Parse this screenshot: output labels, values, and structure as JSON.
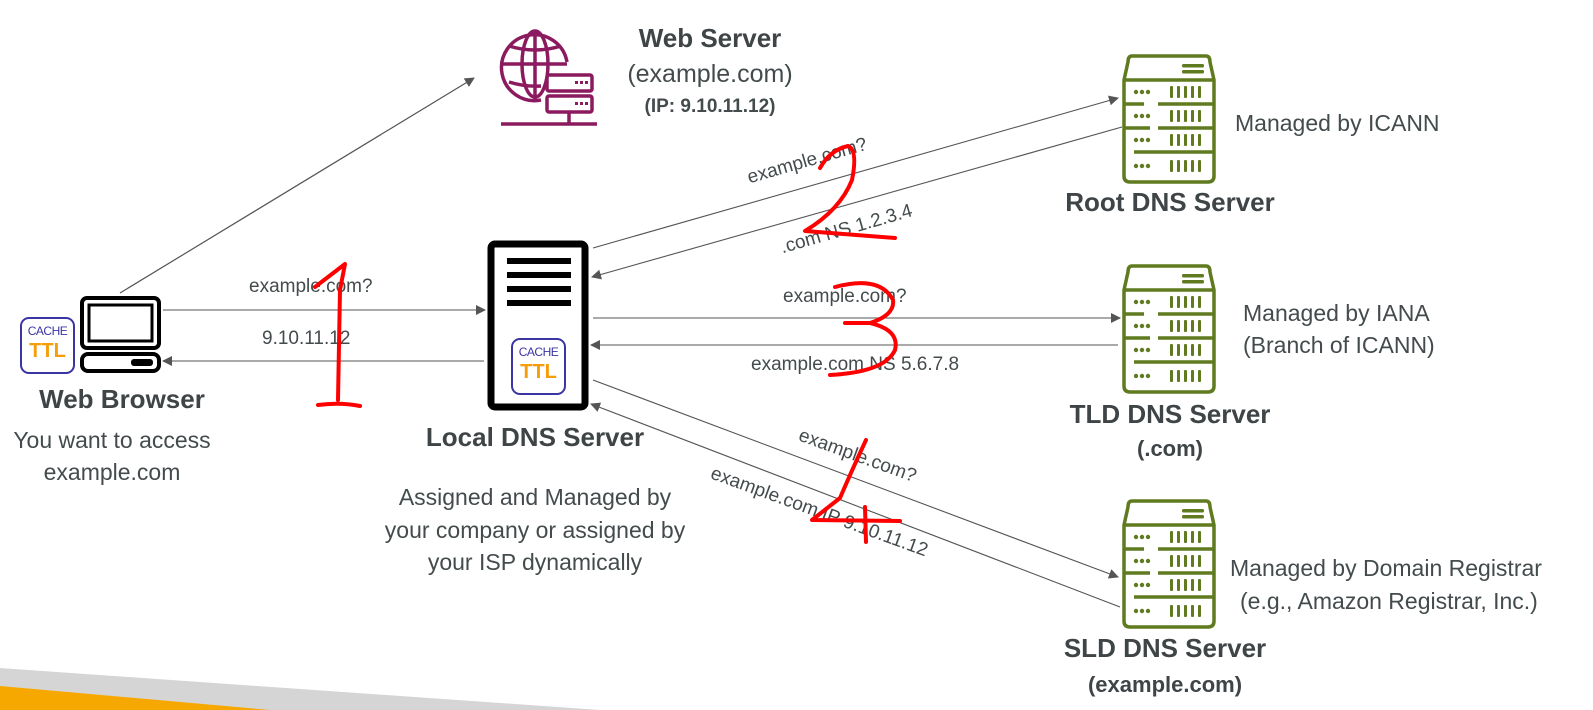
{
  "colors": {
    "web_server_icon": "#8c1a5e",
    "dns_server_icon": "#5f7a1f",
    "cache_border": "#3b35a3",
    "ttl_text": "#f59d0a",
    "annotation_red": "#ff0000",
    "footer_orange": "#f7a800",
    "footer_gray": "#d5d5d5",
    "arrow": "#555555"
  },
  "nodes": {
    "web_browser": {
      "title": "Web Browser",
      "description_lines": [
        "You want to access",
        "example.com"
      ],
      "cache_label": "CACHE",
      "ttl_label": "TTL",
      "icon": "desktop-computer-icon"
    },
    "web_server": {
      "title": "Web Server",
      "domain": "(example.com)",
      "ip": "(IP: 9.10.11.12)",
      "icon": "globe-server-icon"
    },
    "local_dns": {
      "title": "Local DNS Server",
      "description_lines": [
        "Assigned and Managed by",
        "your company or assigned by",
        "your ISP dynamically"
      ],
      "cache_label": "CACHE",
      "ttl_label": "TTL",
      "icon": "server-tower-icon"
    },
    "root_dns": {
      "title": "Root DNS Server",
      "managed_lines": [
        "Managed by ICANN"
      ],
      "icon": "server-rack-icon"
    },
    "tld_dns": {
      "title": "TLD DNS Server",
      "subtitle": "(.com)",
      "managed_lines": [
        "Managed by IANA",
        "(Branch of ICANN)"
      ],
      "icon": "server-rack-icon"
    },
    "sld_dns": {
      "title": "SLD DNS Server",
      "subtitle": "(example.com)",
      "managed_lines": [
        "Managed by Domain Registrar",
        "(e.g., Amazon Registrar, Inc.)"
      ],
      "icon": "server-rack-icon"
    }
  },
  "flows": {
    "step1_query": "example.com?",
    "step1_answer": "9.10.11.12",
    "step2_query": "example.com?",
    "step2_answer": ".com NS 1.2.3.4",
    "step3_query": "example.com?",
    "step3_answer": "example.com NS 5.6.7.8",
    "step4_query": "example.com?",
    "step4_answer": "example.com IP 9.10.11.12"
  },
  "annotations": {
    "steps": [
      "1",
      "2",
      "3",
      "4"
    ]
  }
}
